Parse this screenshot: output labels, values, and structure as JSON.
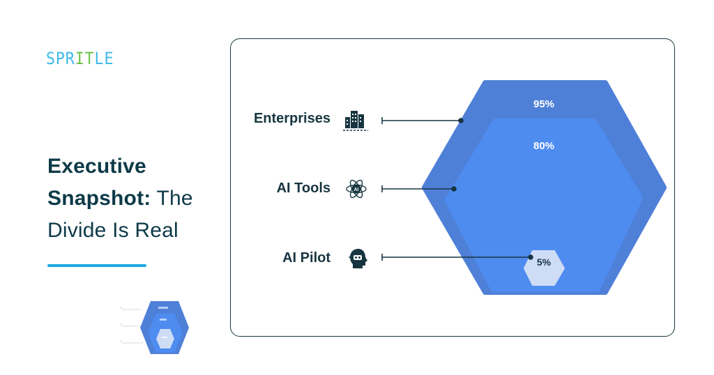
{
  "brand": {
    "logo_part1": "SPR",
    "logo_part2": "IT",
    "logo_part3": "LE",
    "colors": {
      "primary": "#3fb9e8",
      "accent": "#6ac24a"
    }
  },
  "headline": {
    "bold_text": "Executive Snapshot:",
    "regular_text_1": "The",
    "regular_text_2": "Divide Is Real",
    "color": "#0d3a48"
  },
  "diagram": {
    "rows": [
      {
        "label": "Enterprises",
        "icon": "buildings-icon",
        "value": "95%"
      },
      {
        "label": "AI Tools",
        "icon": "ai-atom-icon",
        "value": "80%"
      },
      {
        "label": "AI Pilot",
        "icon": "robot-head-icon",
        "value": "5%"
      }
    ],
    "colors": {
      "outer": "#4f80d8",
      "middle": "#4e8cf0",
      "inner": "#cfdcf6",
      "line": "#173540"
    }
  },
  "thumbnail": {
    "icon": "diagram-thumbnail-icon"
  }
}
